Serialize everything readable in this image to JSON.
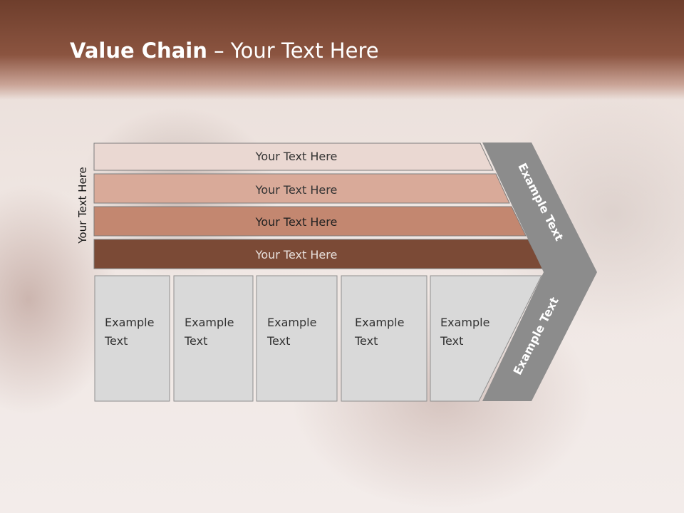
{
  "title": {
    "bold": "Value Chain",
    "rest": " – Your Text Here"
  },
  "side_label": "Your Text Here",
  "rows": [
    {
      "label": "Your Text Here",
      "color": "#ead8d2"
    },
    {
      "label": "Your Text Here",
      "color": "#d9aa99"
    },
    {
      "label": "Your Text Here",
      "color": "#c38770"
    },
    {
      "label": "Your Text Here",
      "color": "#7b4a36"
    }
  ],
  "columns": [
    {
      "line1": "Example",
      "line2": "Text"
    },
    {
      "line1": "Example",
      "line2": "Text"
    },
    {
      "line1": "Example",
      "line2": "Text"
    },
    {
      "line1": "Example",
      "line2": "Text"
    },
    {
      "line1": "Example",
      "line2": "Text"
    }
  ],
  "chevron_top_label": "Example Text",
  "chevron_bottom_label": "Example Text",
  "colors": {
    "header": "#7a4532",
    "column_fill": "#d9d9d9",
    "chevron": "#8c8c8c"
  }
}
